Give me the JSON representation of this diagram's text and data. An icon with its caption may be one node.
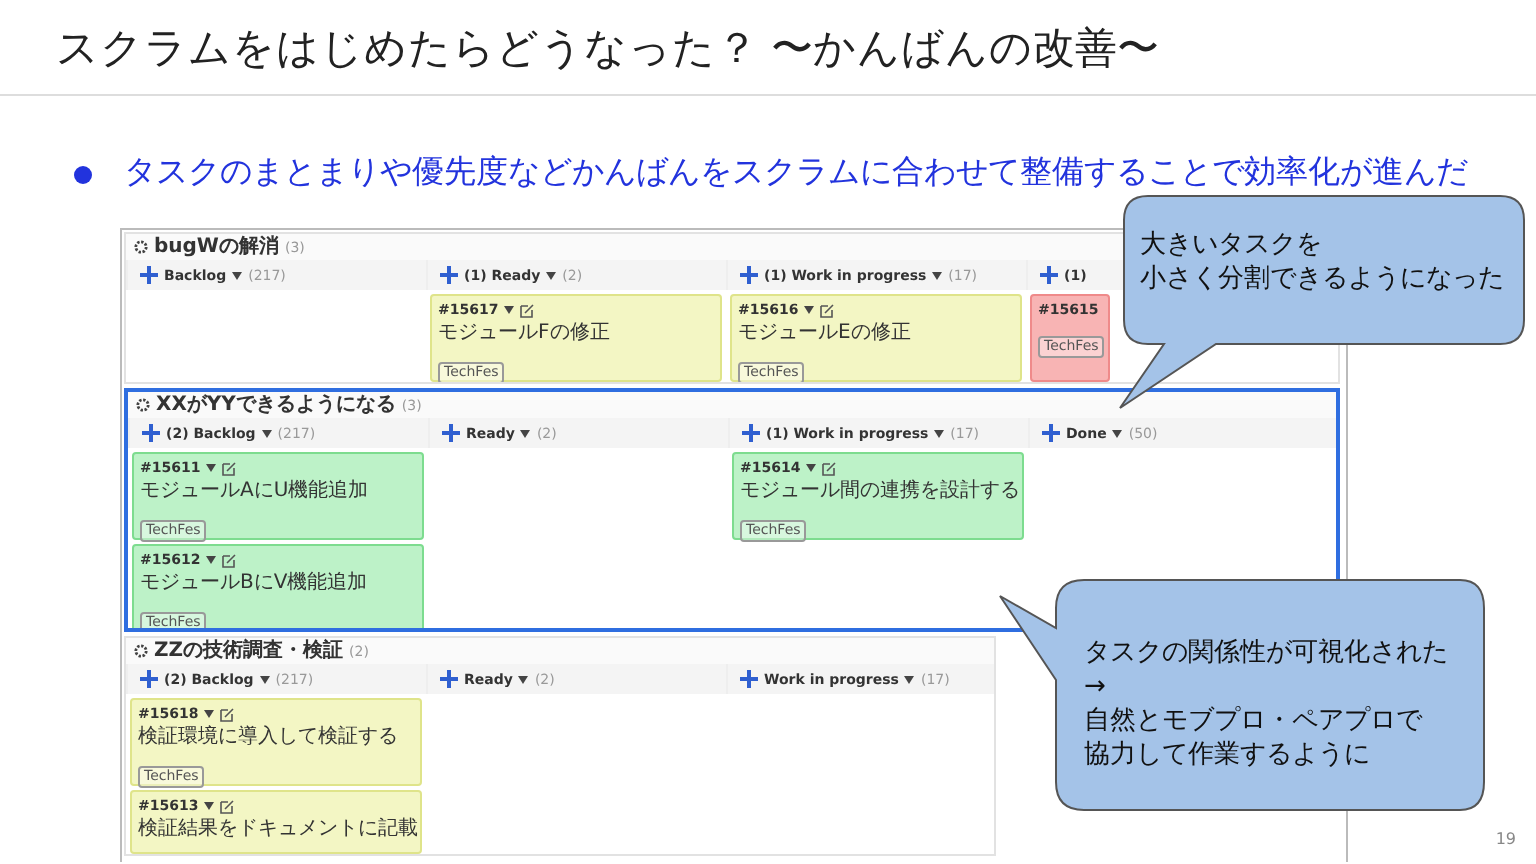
{
  "diagram": {
    "title": "スクラムをはじめたらどうなった？ 〜かんばんの改善〜",
    "nodes": [
      {
        "text": [
          "bugWの解消",
          "(3)",
          "Backlog",
          "(217)",
          "(1) Ready",
          "(2)",
          "(1) Work in progress",
          "(17)",
          "(1)"
        ]
      },
      {
        "text": [
          "#15617",
          "モジュールFの修正",
          "TechFes"
        ],
        "in": 0
      },
      {
        "text": [
          "#15616",
          "モジュールEの修正",
          "TechFes"
        ],
        "in": 0
      },
      {
        "text": [
          "#15615",
          "TechFes"
        ],
        "in": 0
      },
      {
        "text": [
          "XXがYYできるようになる",
          "(3)",
          "(2) Backlog",
          "(217)",
          "Ready",
          "(2)",
          "(1) Work in progress",
          "(17)",
          "Done",
          "(50)"
        ]
      },
      {
        "text": [
          "#15611",
          "モジュールAにU機能追加",
          "TechFes"
        ],
        "in": 4
      },
      {
        "text": [
          "#15612",
          "モジュールBにV機能追加",
          "TechFes"
        ],
        "in": 4
      },
      {
        "text": [
          "#15614",
          "モジュール間の連携を設計する",
          "TechFes"
        ],
        "in": 4
      },
      {
        "text": [
          "ZZの技術調査・検証",
          "(2)",
          "(2) Backlog",
          "(217)",
          "Ready",
          "(2)",
          "Work in progress",
          "(17)"
        ]
      },
      {
        "text": [
          "#15618",
          "検証環境に導入して検証する",
          "TechFes"
        ],
        "in": 8
      },
      {
        "text": [
          "#15613",
          "検証結果をドキュメントに記載"
        ],
        "in": 8
      },
      {
        "text": [
          "大きいタスクを",
          "小さく分割できるようになった"
        ]
      },
      {
        "text": [
          "タスクの関係性が可視化された",
          "→",
          "自然とモブプロ・ペアプロで協力して作業するように"
        ]
      }
    ],
    "labels": [
      "タスクのまとまりや優先度などかんばんをスクラムに合わせて整備することで効率化が進んだ",
      "19"
    ]
  }
}
